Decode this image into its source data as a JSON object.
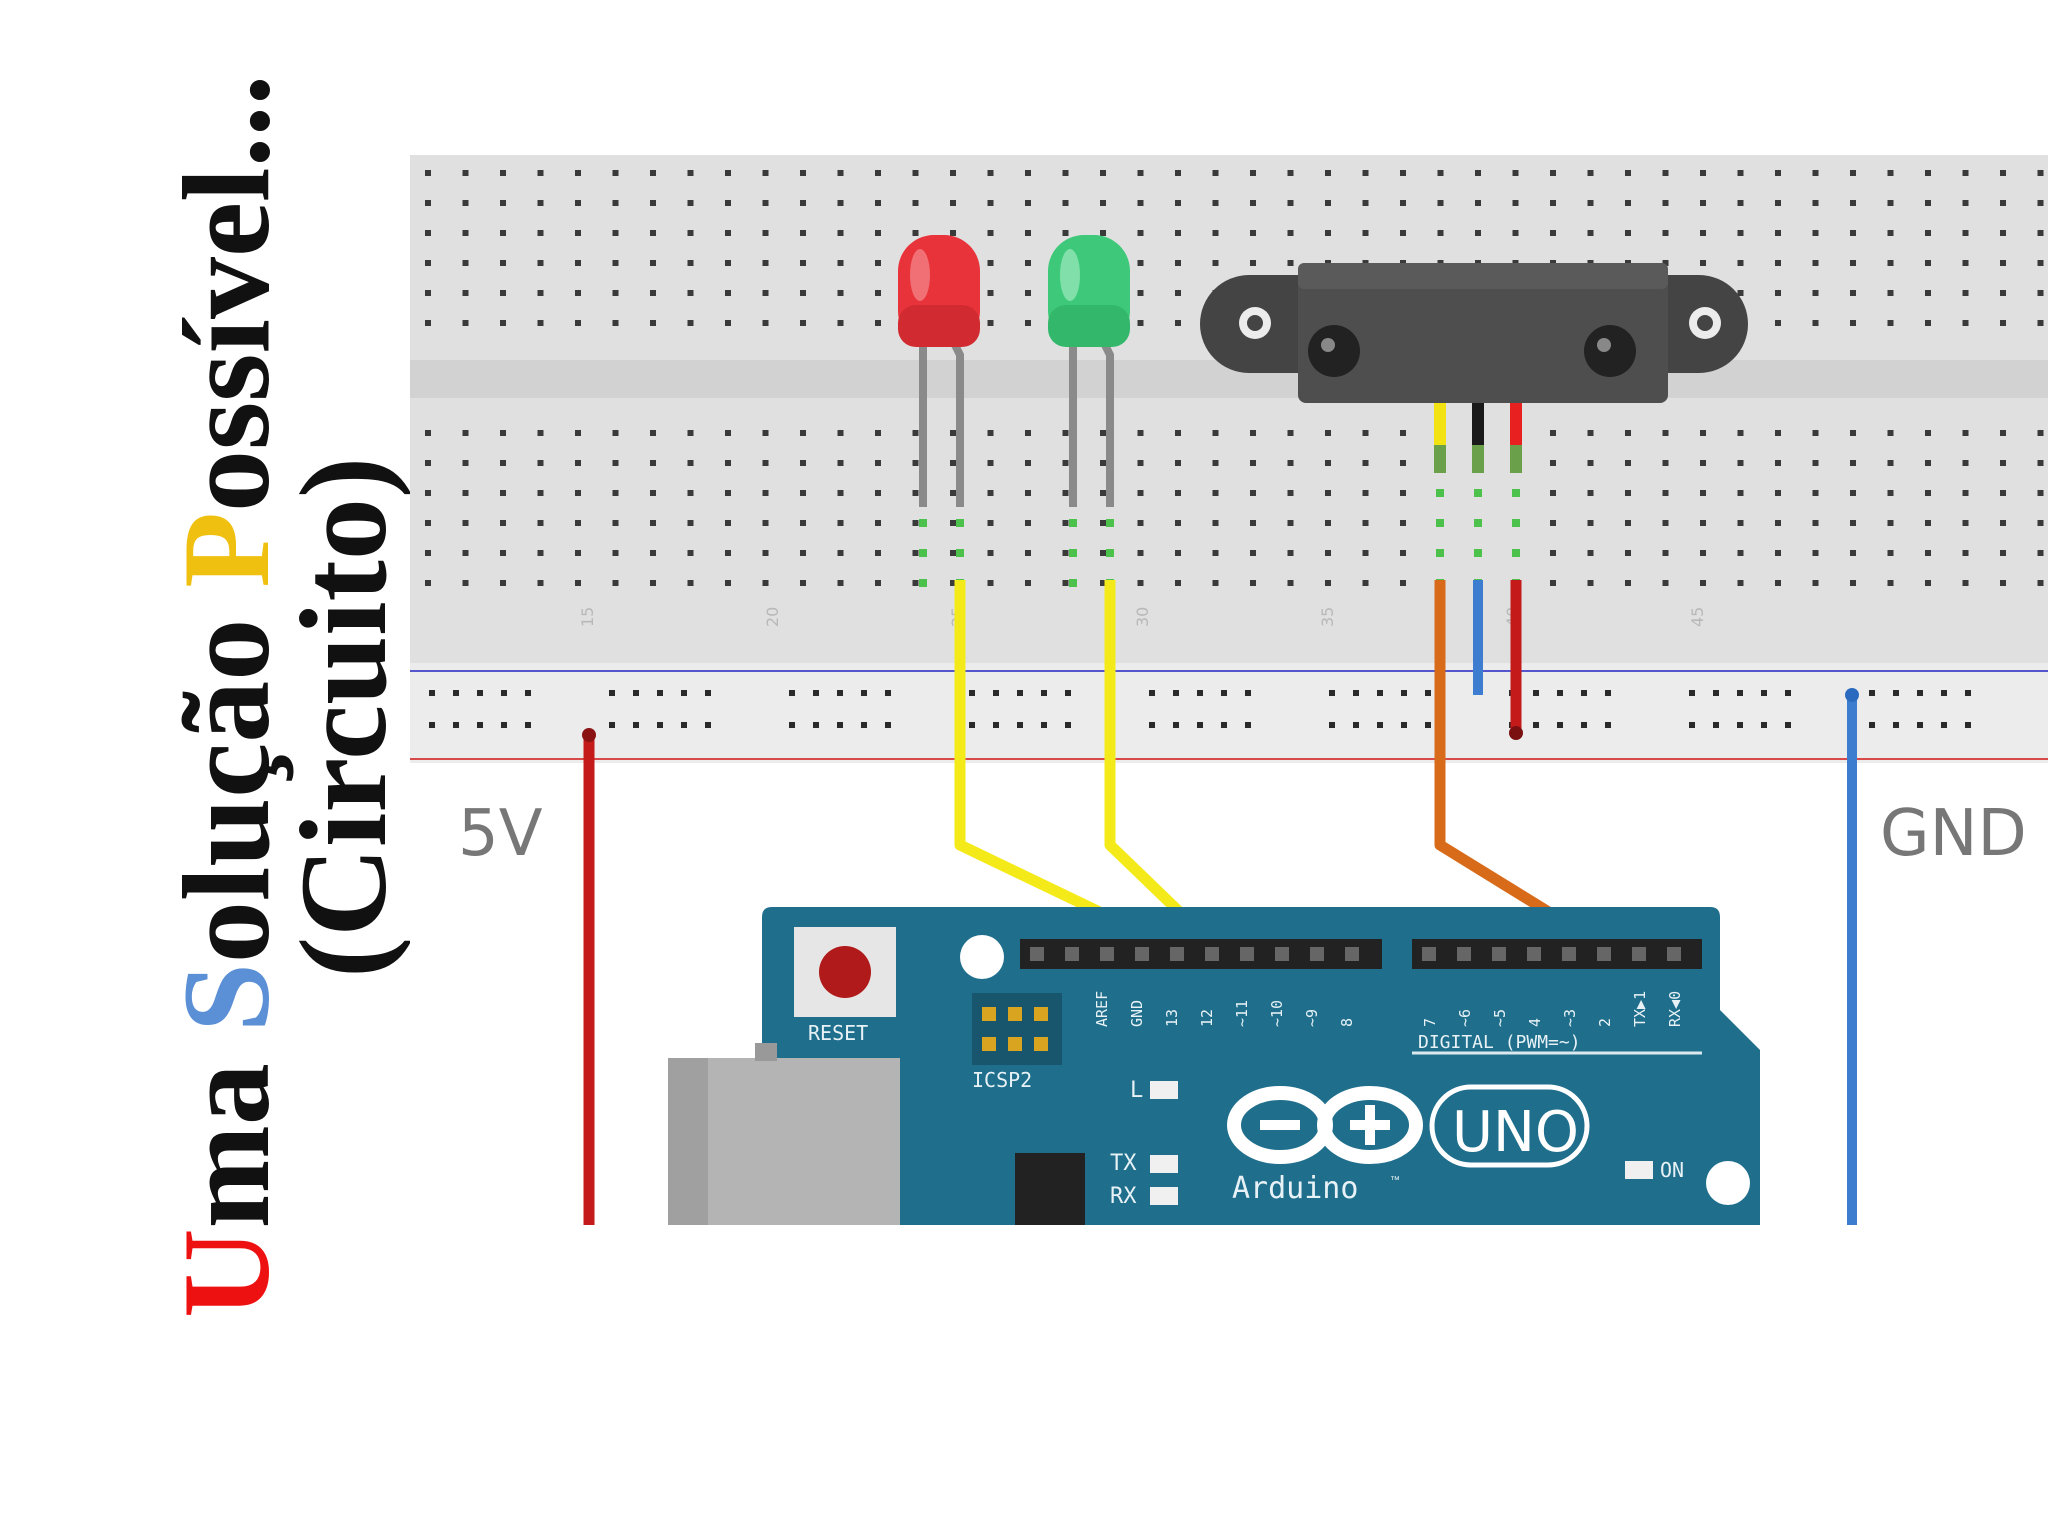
{
  "title": {
    "line1": {
      "first_u": "U",
      "part_a": "ma ",
      "first_s": "S",
      "part_b": "olução ",
      "first_p": "P",
      "part_c": "ossível..."
    },
    "line2": "(Circuito)",
    "colors": {
      "u": "#ee1111",
      "s": "#5b8fd6",
      "p": "#f0c010"
    }
  },
  "labels": {
    "power": "5V",
    "ground": "GND"
  },
  "board": {
    "reset": "RESET",
    "icsp": "ICSP2",
    "digital": "DIGITAL (PWM=~)",
    "logo_text": "Arduino",
    "logo_tm": "™",
    "uno": "UNO",
    "led_l": "L",
    "led_tx": "TX",
    "led_rx": "RX",
    "led_on": "ON",
    "pins_left": [
      "AREF",
      "GND",
      "13",
      "12",
      "~11",
      "~10",
      "~9",
      "8"
    ],
    "pins_right": [
      "7",
      "~6",
      "~5",
      "4",
      "~3",
      "2",
      "TX▶1",
      "RX◀0"
    ]
  },
  "breadboard": {
    "column_numbers": [
      "15",
      "20",
      "25",
      "30",
      "35",
      "40",
      "45"
    ]
  },
  "components": {
    "led_red": {
      "color": "#e8333a"
    },
    "led_green": {
      "color": "#3ec97a"
    },
    "sensor_wires": [
      "#f4e313",
      "#1a1a1a",
      "#e82020"
    ]
  }
}
